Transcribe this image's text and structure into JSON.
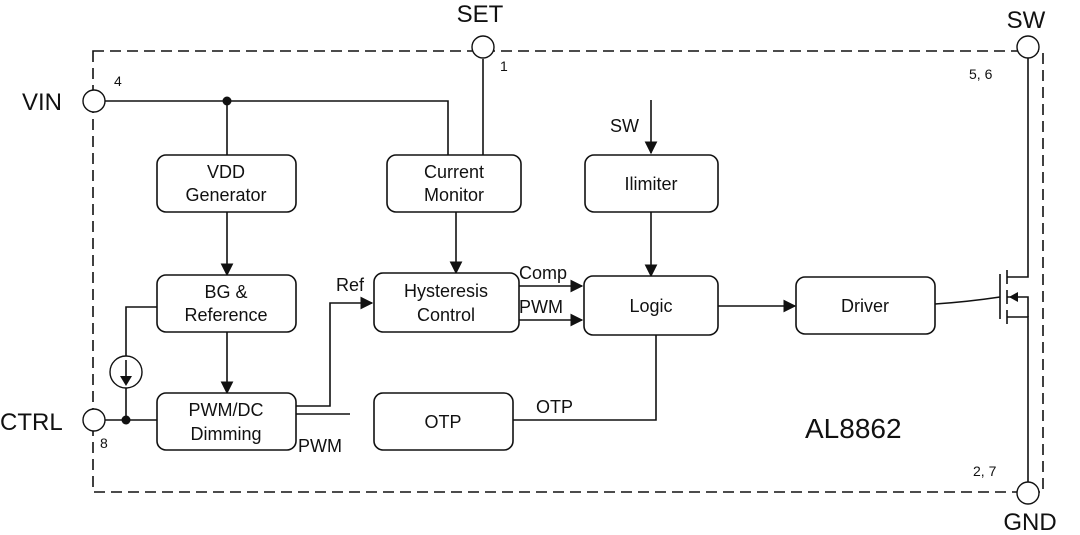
{
  "pins": {
    "set": "SET",
    "set_num": "1",
    "vin": "VIN",
    "vin_num": "4",
    "ctrl": "CTRL",
    "ctrl_num": "8",
    "sw": "SW",
    "sw_num": "5, 6",
    "gnd": "GND",
    "gnd_num": "2, 7"
  },
  "blocks": {
    "vdd_line1": "VDD",
    "vdd_line2": "Generator",
    "bg_line1": "BG &",
    "bg_line2": "Reference",
    "pwmdc_line1": "PWM/DC",
    "pwmdc_line2": "Dimming",
    "current_line1": "Current",
    "current_line2": "Monitor",
    "hyst_line1": "Hysteresis",
    "hyst_line2": "Control",
    "otp": "OTP",
    "ilimiter": "Ilimiter",
    "logic": "Logic",
    "driver": "Driver"
  },
  "signals": {
    "sw_in": "SW",
    "ref": "Ref",
    "comp": "Comp",
    "pwm_logic": "PWM",
    "otp_line": "OTP",
    "pwm_out": "PWM"
  },
  "chip_name": "AL8862"
}
